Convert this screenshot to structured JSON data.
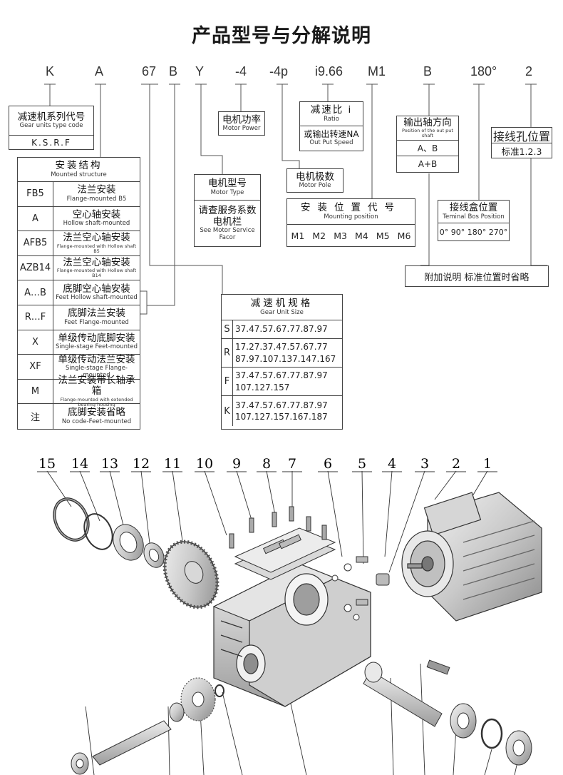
{
  "title": "产品型号与分解说明",
  "codes": [
    "K",
    "A",
    "67",
    "B",
    "Y",
    "-4",
    "-4p",
    "i9.66",
    "M1",
    "B",
    "180°",
    "2"
  ],
  "type_code": {
    "zh": "减速机系列代号",
    "en": "Gear units type code",
    "value": "K.S.R.F"
  },
  "mounting": {
    "title_zh": "安装结构",
    "title_en": "Mounted structure",
    "rows": [
      {
        "code": "FB5",
        "zh": "法兰安装",
        "en": "Flange-mounted B5"
      },
      {
        "code": "A",
        "zh": "空心轴安装",
        "en": "Hollow shaft-mounted"
      },
      {
        "code": "AFB5",
        "zh": "法兰空心轴安装",
        "en": "Flange-mounted with Hollow shaft B5"
      },
      {
        "code": "AZB14",
        "zh": "法兰空心轴安装",
        "en": "Flange-mounted with Hollow shaft B14"
      },
      {
        "code": "A…B",
        "zh": "底脚空心轴安装",
        "en": "Feet Hollow shaft-mounted"
      },
      {
        "code": "R…F",
        "zh": "底脚法兰安装",
        "en": "Feet Flange-mounted"
      },
      {
        "code": "X",
        "zh": "单级传动底脚安装",
        "en": "Single-stage Feet-mounted"
      },
      {
        "code": "XF",
        "zh": "单级传动法兰安装",
        "en": "Single-stage Flange-mounted"
      },
      {
        "code": "M",
        "zh": "法兰安装带长轴承箱",
        "en": "Flange-mounted with extended bearing housing"
      },
      {
        "code": "注",
        "zh": "底脚安装省略",
        "en": "No code-Feet-mounted"
      }
    ]
  },
  "motor_power": {
    "zh": "电机功率",
    "en": "Motor Power"
  },
  "motor_type": {
    "zh": "电机型号",
    "en": "Motor Type",
    "note_zh_1": "请查服务系数",
    "note_zh_2": "电机栏",
    "note_en_1": "See Motor Service",
    "note_en_2": "Facor"
  },
  "ratio": {
    "zh": "减速比 i",
    "en": "Ratio",
    "zh2": "或输出转速NA",
    "en2": "Out Put Speed"
  },
  "motor_pole": {
    "zh": "电机极数",
    "en": "Motor Pole"
  },
  "output_shaft": {
    "zh": "输出轴方向",
    "en": "Position of the out put shaft",
    "opt1": "A、B",
    "opt2": "A+B"
  },
  "wiring_hole": {
    "zh": "接线孔位置",
    "value": "标准1.2.3"
  },
  "mounting_position": {
    "zh": "安装位置代号",
    "en": "Mounting position",
    "values": [
      "M1",
      "M2",
      "M3",
      "M4",
      "M5",
      "M6"
    ]
  },
  "terminal_box": {
    "zh": "接线盒位置",
    "en": "Teminal Bos Position",
    "values": [
      "0°",
      "90°",
      "180°",
      "270°"
    ]
  },
  "note": "附加说明  标准位置时省略",
  "gear_size": {
    "zh": "减速机规格",
    "en": "Gear Unit Size",
    "rows": [
      {
        "code": "S",
        "lines": [
          "37.47.57.67.77.87.97"
        ]
      },
      {
        "code": "R",
        "lines": [
          "17.27.37.47.57.67.77",
          "87.97.107.137.147.167"
        ]
      },
      {
        "code": "F",
        "lines": [
          "37.47.57.67.77.87.97",
          "107.127.157"
        ]
      },
      {
        "code": "K",
        "lines": [
          "37.47.57.67.77.87.97",
          "107.127.157.167.187"
        ]
      }
    ]
  },
  "part_numbers": [
    "15",
    "14",
    "13",
    "12",
    "11",
    "10",
    "9",
    "8",
    "7",
    "6",
    "5",
    "4",
    "3",
    "2",
    "1"
  ],
  "colors": {
    "line": "#444444",
    "metal_light": "#e6e6e6",
    "metal_mid": "#bdbdbd",
    "metal_dark": "#7a7a7a"
  }
}
